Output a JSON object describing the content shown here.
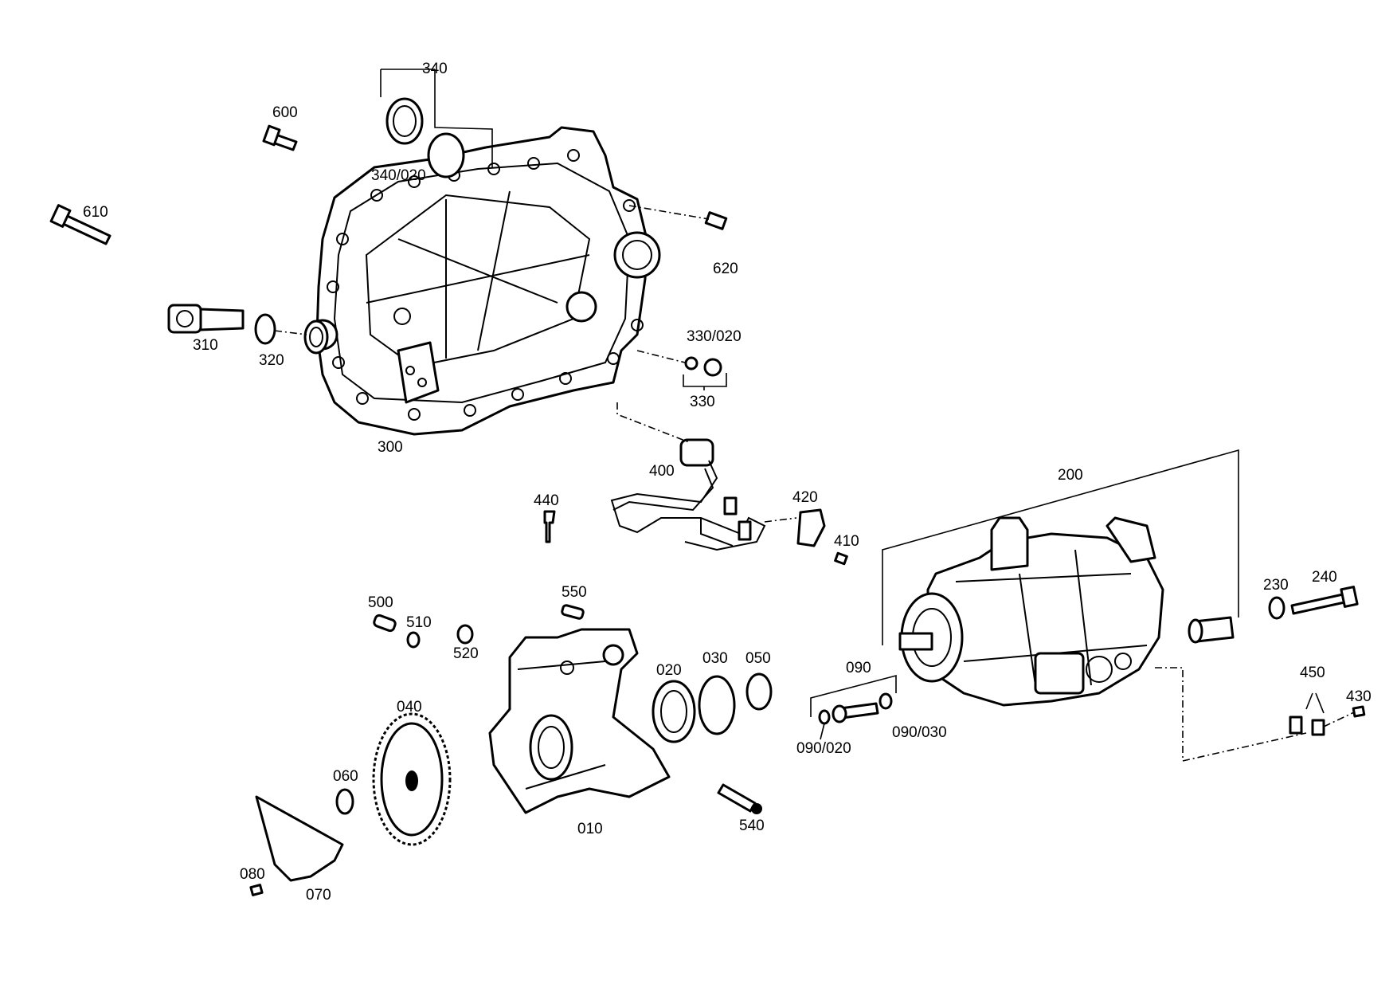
{
  "diagram": {
    "part_labels": {
      "p340": "340",
      "p600": "600",
      "p340_020": "340/020",
      "p610": "610",
      "p620": "620",
      "p310": "310",
      "p320": "320",
      "p330_020": "330/020",
      "p330": "330",
      "p300": "300",
      "p400": "400",
      "p440": "440",
      "p420": "420",
      "p410": "410",
      "p200": "200",
      "p500": "500",
      "p550": "550",
      "p510": "510",
      "p520": "520",
      "p230": "230",
      "p240": "240",
      "p040": "040",
      "p020": "020",
      "p030": "030",
      "p050": "050",
      "p090": "090",
      "p450": "450",
      "p430": "430",
      "p060": "060",
      "p090_020": "090/020",
      "p090_030": "090/030",
      "p010": "010",
      "p540": "540",
      "p080": "080",
      "p070": "070"
    }
  }
}
